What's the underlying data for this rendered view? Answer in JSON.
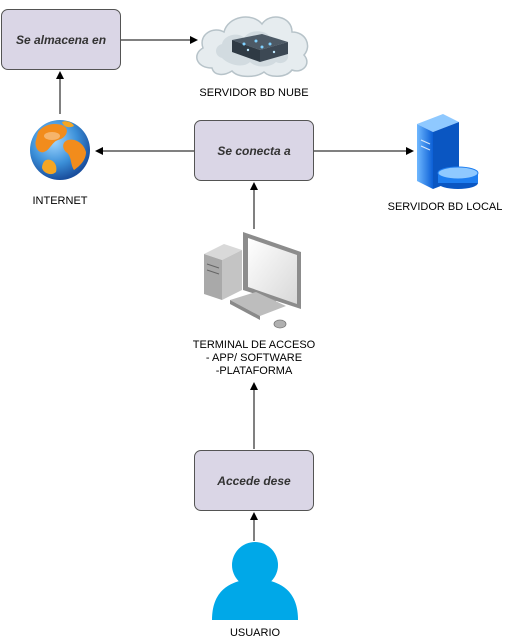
{
  "boxes": {
    "almacena": "Se almacena en",
    "conecta": "Se conecta a",
    "accede": "Accede dese"
  },
  "labels": {
    "nube": "SERVIDOR BD NUBE",
    "internet": "INTERNET",
    "local": "SERVIDOR  BD LOCAL",
    "terminal_line1": "TERMINAL DE ACCESO",
    "terminal_line2": "- APP/ SOFTWARE",
    "terminal_line3": "-PLATAFORMA",
    "usuario": "USUARIO"
  },
  "icons": {
    "cloud": "cloud-server-icon",
    "globe": "internet-globe-icon",
    "server": "database-server-icon",
    "computer": "desktop-computer-icon",
    "user": "user-icon"
  },
  "colors": {
    "box_fill": "#dad6e6",
    "box_border": "#545454",
    "arrow": "#000000",
    "user_blue": "#00a8e8",
    "server_blue": "#1e90ff"
  }
}
